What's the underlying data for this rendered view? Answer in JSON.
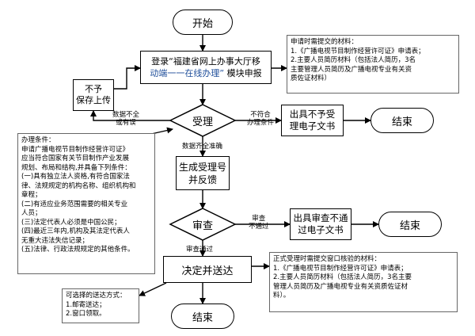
{
  "nodes": {
    "start": "开始",
    "submit_prefix": "登录“福建省网上办事大厅移",
    "submit_blue": "动端一一在线办理”",
    "submit_suffix": " 模块申报",
    "reject_upload_1": "不予",
    "reject_upload_2": "保存上传",
    "accept": "受理",
    "no_accept_doc_1": "出具不予受",
    "no_accept_doc_2": "理电子文书",
    "end_top": "结束",
    "gen_number_1": "生成受理号",
    "gen_number_2": "并反馈",
    "review": "审查",
    "review_fail_doc_1": "出具审查不通",
    "review_fail_doc_2": "过电子文书",
    "end_mid": "结束",
    "decide_send": "决定并送达",
    "end_bottom": "结束"
  },
  "labels": {
    "data_incomplete_1": "数据不全",
    "data_incomplete_2": "或有误",
    "not_meet_1": "不符合",
    "not_meet_2": "办理条件",
    "data_ok": "数据齐全准确",
    "review_fail_1": "审查",
    "review_fail_2": "不通过",
    "review_pass": "审查通过"
  },
  "notes": {
    "materials_online": [
      "申请时需提交的材料：",
      "1.《广播电视节目制作经营许可证》申请表；",
      "2.主要人员简历材料（包括法人简历，3名",
      "主要管理人员简历及广播电视专业有关资",
      "质佐证材料）"
    ],
    "conditions": [
      "办理条件：",
      "申请广播电视节目制作经营许可证》",
      "应当符合国家有关节目制作产业发展",
      "规划、布局和结构,并具备下列条件：",
      "(一)具有独立法人资格,有符合国家法",
      "律、法规规定的机构名称、组织机构和",
      "章程；",
      "(二)有适应业务范围需要的相关专业",
      "人员；",
      "(三)法定代表人必须是中国公民；",
      "(四)最近三年内,机构及其法定代表人",
      "无重大违法失信记录；",
      "(五)法律、行政法规规定的其他条件。"
    ],
    "materials_window": [
      "正式受理时需提交窗口核验的材料：",
      "1.《广播电视节目制作经营许可证》申请表；",
      "2.主要人员简历材料（包括法人简历，3名主要",
      "管理人员简历及广播电视专业有关资质佐证材",
      "料）。"
    ],
    "delivery": [
      "可选择的送达方式：",
      "1.邮寄送达；",
      "2.窗口领取。"
    ]
  }
}
